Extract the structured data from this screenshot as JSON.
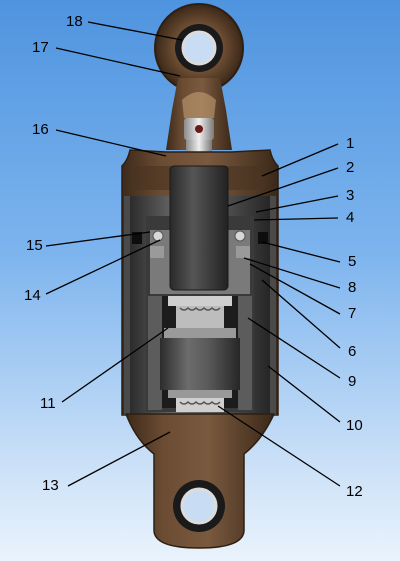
{
  "diagram": {
    "subject": "shock absorber cross-section",
    "callouts": [
      {
        "id": "1",
        "label": "1"
      },
      {
        "id": "2",
        "label": "2"
      },
      {
        "id": "3",
        "label": "3"
      },
      {
        "id": "4",
        "label": "4"
      },
      {
        "id": "5",
        "label": "5"
      },
      {
        "id": "6",
        "label": "6"
      },
      {
        "id": "7",
        "label": "7"
      },
      {
        "id": "8",
        "label": "8"
      },
      {
        "id": "9",
        "label": "9"
      },
      {
        "id": "10",
        "label": "10"
      },
      {
        "id": "11",
        "label": "11"
      },
      {
        "id": "12",
        "label": "12"
      },
      {
        "id": "13",
        "label": "13"
      },
      {
        "id": "14",
        "label": "14"
      },
      {
        "id": "15",
        "label": "15"
      },
      {
        "id": "16",
        "label": "16"
      },
      {
        "id": "17",
        "label": "17"
      },
      {
        "id": "18",
        "label": "18"
      }
    ],
    "colors": {
      "background_top": "#4f94df",
      "background_bottom": "#eaf3fd",
      "housing": "#5a3f28",
      "housing_dark": "#3b2818",
      "cylinder": "#585858",
      "cylinder_dark": "#2e2e2e",
      "rod": "#3a3a3a",
      "chrome": "#c9c9c9",
      "bushing": "#222222",
      "leader_lines": "#000000"
    }
  }
}
